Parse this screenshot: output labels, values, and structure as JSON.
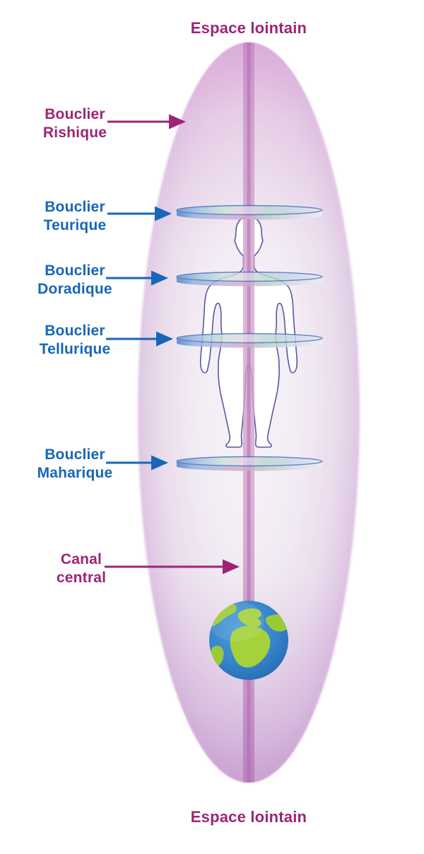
{
  "diagram_title": "Subtle energy field diagram (French)",
  "labels": {
    "espace_top": "Espace lointain",
    "espace_bottom": "Espace lointain",
    "rishique": {
      "line1": "Bouclier",
      "line2": "Rishique"
    },
    "teurique": {
      "line1": "Bouclier",
      "line2": "Teurique"
    },
    "doradique": {
      "line1": "Bouclier",
      "line2": "Doradique"
    },
    "tellurique": {
      "line1": "Bouclier",
      "line2": "Tellurique"
    },
    "maharique": {
      "line1": "Bouclier",
      "line2": "Maharique"
    },
    "canal": {
      "line1": "Canal",
      "line2": "central"
    }
  },
  "colors": {
    "magenta_text": "#9D2573",
    "blue_text": "#1766B8",
    "aura_edge": "#D3A9D6",
    "aura_core": "#F7F3F8",
    "canal_stripe": "#BC77B8",
    "disc_blue": "#5F93CF",
    "body_outline": "#5A57A0",
    "ocean_blue": "#2F7CC4",
    "land_green": "#A3D23C"
  },
  "icons": {
    "aura": "aura-oval",
    "canal": "central-canal-stripe",
    "discs": [
      "teurique-shield-disc",
      "doradique-shield-disc",
      "tellurique-shield-disc",
      "maharique-shield-disc"
    ],
    "figure": "human-silhouette-icon",
    "globe": "earth-globe-icon",
    "arrows": [
      "rishique-arrow",
      "teurique-arrow",
      "doradique-arrow",
      "tellurique-arrow",
      "maharique-arrow",
      "canal-arrow"
    ]
  }
}
